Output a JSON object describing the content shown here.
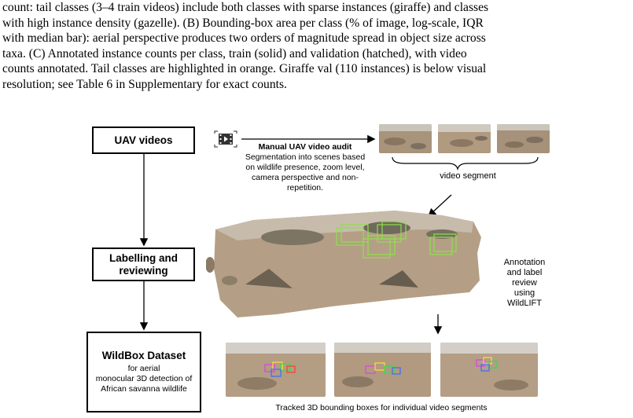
{
  "caption": {
    "lines": [
      "count: tail classes (3–4 train videos) include both classes with sparse instances (giraffe) and classes",
      "with high instance density (gazelle). (B) Bounding-box area per class (% of image, log-scale, IQR",
      "with median bar): aerial perspective produces two orders of magnitude spread in object size across",
      "taxa. (C) Annotated instance counts per class, train (solid) and validation (hatched), with video",
      "counts annotated. Tail classes are highlighted in orange. Giraffe val (110 instances) is below visual",
      "resolution; see Table 6 in Supplementary for exact counts."
    ]
  },
  "flow": {
    "uav_videos": "UAV videos",
    "labelling": [
      "Labelling and",
      "reviewing"
    ],
    "dataset_title": "WildBox Dataset",
    "dataset_desc": [
      "for aerial",
      "monocular 3D detection of",
      "African savanna wildlife"
    ]
  },
  "audit": {
    "title": "Manual UAV video audit",
    "desc": [
      "Segmentation into scenes based",
      "on wildlife presence, zoom level,",
      "camera perspective and non-",
      "repetition."
    ]
  },
  "video_segment_label": "video segment",
  "annotation_label": [
    "Annotation",
    "and label",
    "review",
    "using",
    "WildLIFT"
  ],
  "tracked_label": "Tracked 3D bounding boxes for individual video segments",
  "icons": [
    "film-icon"
  ],
  "colors": {
    "box_green": "#8ee04a",
    "ground": "#a8937b",
    "sky": "#d6d2cb"
  }
}
